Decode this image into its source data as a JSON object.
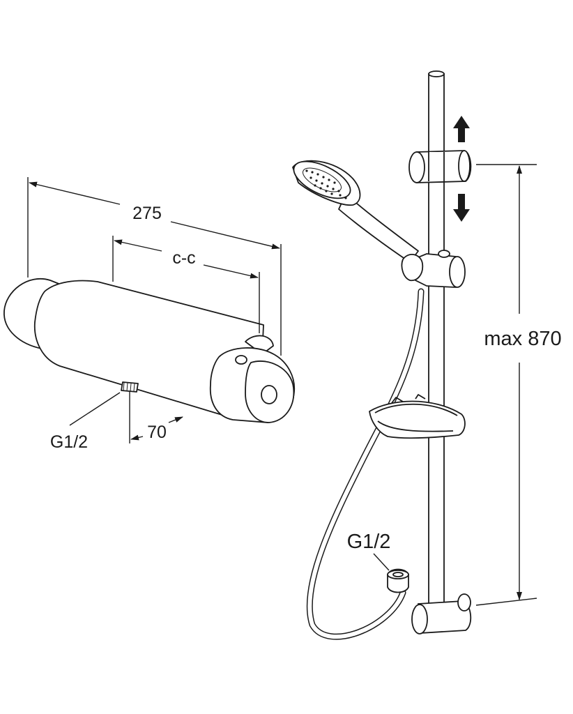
{
  "dimensions": {
    "overall_width": "275",
    "center_to_center": "c-c",
    "projection": "70",
    "mixer_inlet": "G1/2",
    "hose_inlet": "G1/2",
    "rail_travel": "max 870"
  },
  "colors": {
    "line": "#1a1a1a",
    "fill": "#ffffff",
    "arrow": "#1a1a1a"
  }
}
